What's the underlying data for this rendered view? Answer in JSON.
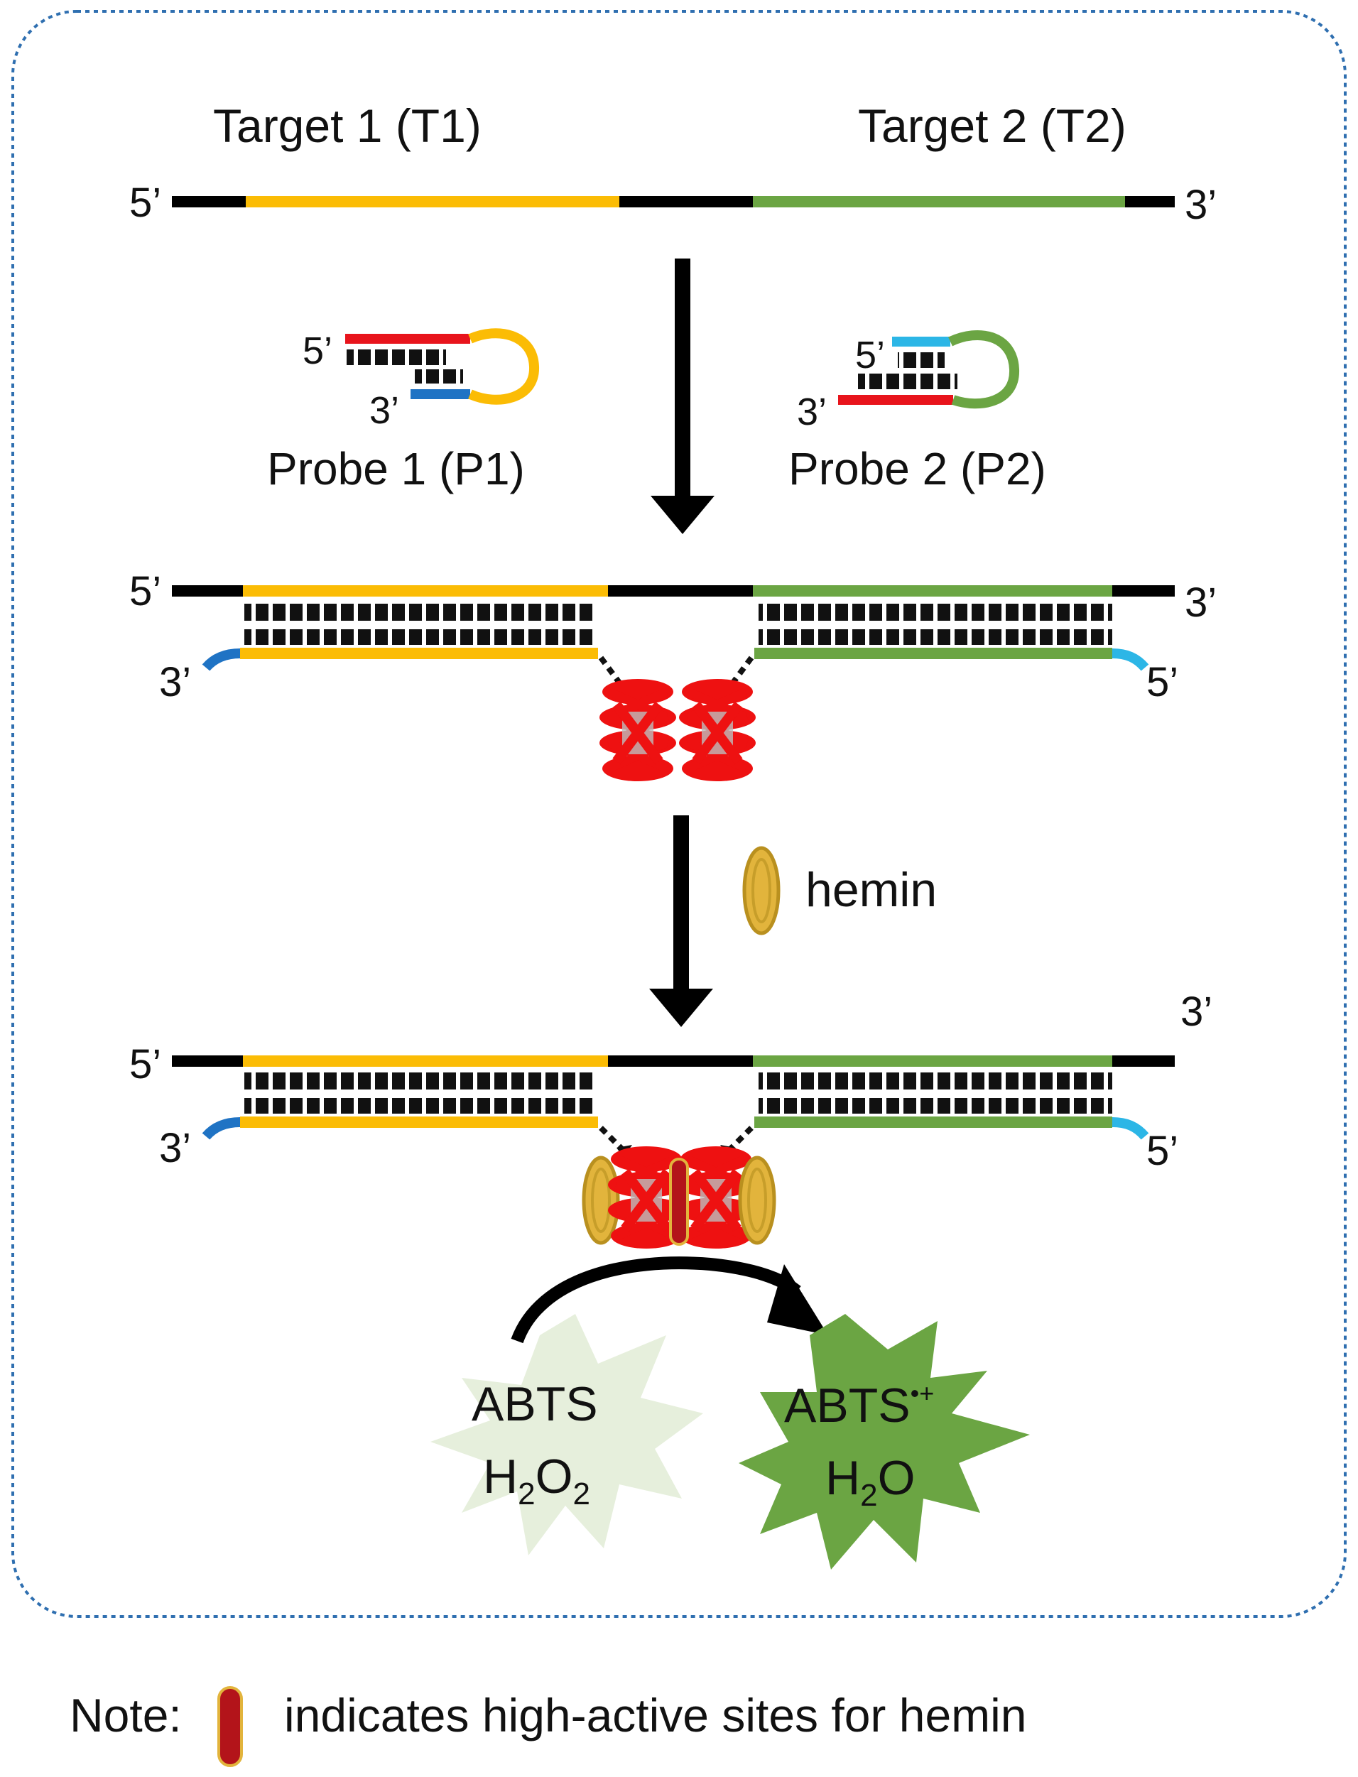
{
  "colors": {
    "frame": "#2f6fb0",
    "strand_black": "#000000",
    "target1": "#fbbc05",
    "target2": "#6ba543",
    "probe_red": "#e8141c",
    "probe_blue_dark": "#1f73c4",
    "probe_blue_light": "#2cb6e6",
    "hemin_gold": "#e2b43c",
    "hemin_edge": "#b9901f",
    "quad_red": "#ee1111",
    "note_red": "#b3141a",
    "abts_light": "#e6efdc",
    "abts_dark": "#6ba543"
  },
  "labels": {
    "target1": "Target 1 (T1)",
    "target2": "Target 2 (T2)",
    "probe1": "Probe 1 (P1)",
    "probe2": "Probe 2 (P2)",
    "five_prime": "5’",
    "three_prime": "3’",
    "hemin": "hemin"
  },
  "reaction": {
    "substrate_line1": "ABTS",
    "substrate_h": "H",
    "substrate_sub1": "2",
    "substrate_o": "O",
    "substrate_sub2": "2",
    "product_line1": "ABTS",
    "product_sup": "•+",
    "product_h": "H",
    "product_sub": "2",
    "product_o": "O"
  },
  "note": {
    "prefix": "Note:",
    "text": "indicates high-active sites for hemin"
  },
  "icons": [
    "hemin-disc-icon",
    "g-quadruplex-icon",
    "down-arrow-icon",
    "curved-arrow-icon",
    "starburst-icon",
    "high-active-site-icon"
  ]
}
